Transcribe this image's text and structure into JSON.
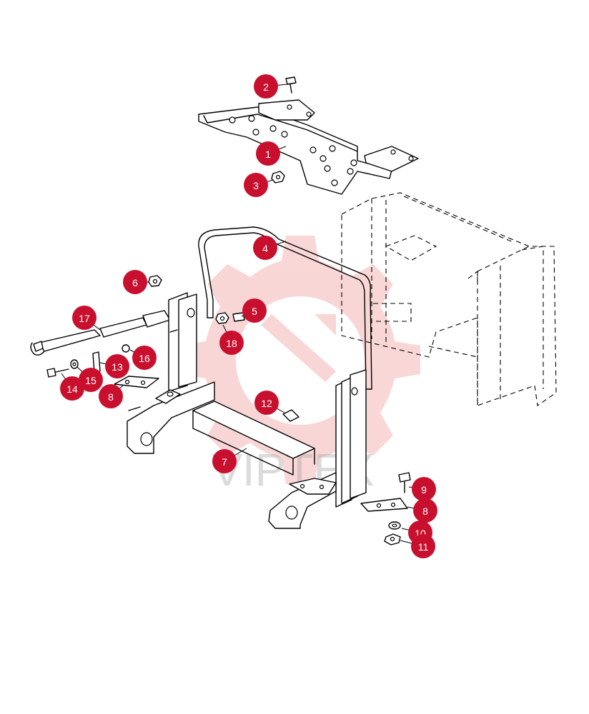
{
  "diagram": {
    "watermark_text": "VIPTEX",
    "colors": {
      "badge": "#c8102e",
      "badge_text": "#ffffff",
      "line": "#000000",
      "watermark": "#e84a4a"
    },
    "callouts": [
      {
        "label": "1"
      },
      {
        "label": "2"
      },
      {
        "label": "3"
      },
      {
        "label": "4"
      },
      {
        "label": "5"
      },
      {
        "label": "6"
      },
      {
        "label": "7"
      },
      {
        "label": "8"
      },
      {
        "label": "8"
      },
      {
        "label": "9"
      },
      {
        "label": "10"
      },
      {
        "label": "11"
      },
      {
        "label": "12"
      },
      {
        "label": "13"
      },
      {
        "label": "14"
      },
      {
        "label": "15"
      },
      {
        "label": "16"
      },
      {
        "label": "17"
      },
      {
        "label": "18"
      }
    ]
  }
}
